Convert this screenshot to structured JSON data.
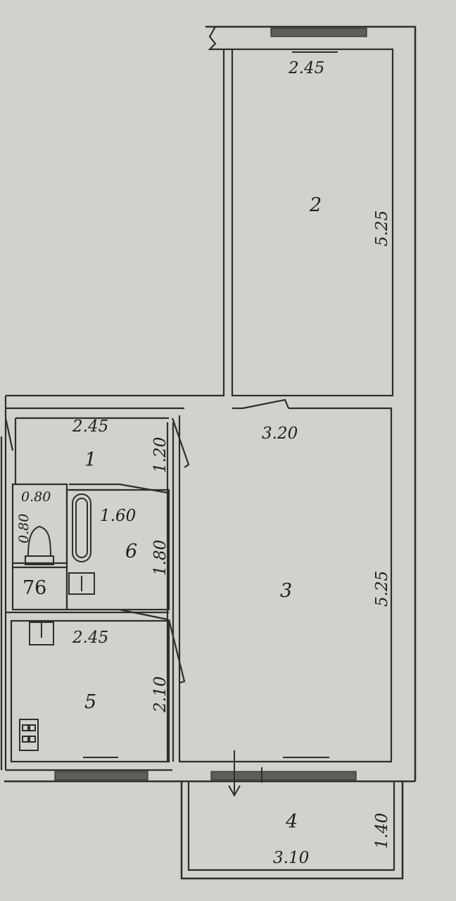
{
  "rooms": [
    {
      "number": "1",
      "width": "2.45",
      "depth": "1.20"
    },
    {
      "number": "2",
      "width": "2.45",
      "depth": "5.25"
    },
    {
      "number": "3",
      "width": "3.20",
      "depth": "5.25"
    },
    {
      "number": "4",
      "width": "3.10",
      "depth": "1.40"
    },
    {
      "number": "5",
      "width": "2.45",
      "depth": "2.10"
    },
    {
      "number": "6",
      "width": "1.60",
      "depth": "1.80"
    },
    {
      "number": "76",
      "width": "0.80",
      "depth": "0.80"
    }
  ]
}
